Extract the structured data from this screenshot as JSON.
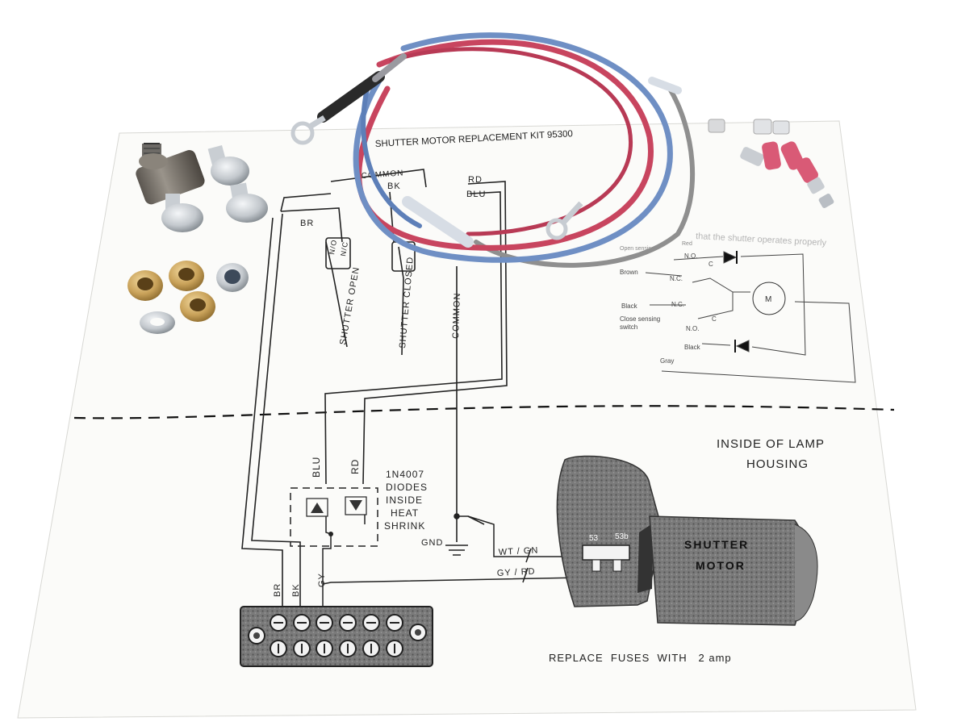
{
  "sheet": {
    "title": "SHUTTER MOTOR REPLACEMENT KIT 95300"
  },
  "top_wiring": {
    "common_top": "COMMON",
    "bk": "BK",
    "rd": "RD",
    "blu": "BLU",
    "br": "BR",
    "no": "N/O",
    "nc": "N/C",
    "shutter_open": "SHUTTER OPEN",
    "shutter_closed": "SHUTTER CLOSED",
    "common_vertical": "COMMON"
  },
  "schematic": {
    "faded_text": "that the shutter operates properly",
    "open_sensing": "Open sensing",
    "red": "Red",
    "brown": "Brown",
    "no1": "N.O.",
    "nc1": "N.C.",
    "c1": "C",
    "motor": "M",
    "black1": "Black",
    "nc2": "N.C.",
    "close_sensing": "Close sensing",
    "switch": "switch",
    "no2": "N.O.",
    "c2": "C",
    "black2": "Black",
    "gray": "Gray"
  },
  "lower": {
    "inside_lamp_line1": "INSIDE OF LAMP",
    "inside_lamp_line2": "HOUSING",
    "blu": "BLU",
    "rd": "RD",
    "diodes": [
      "1N4007",
      "DIODES",
      "INSIDE",
      "HEAT",
      "SHRINK"
    ],
    "gnd": "GND",
    "wt_gn": "WT / GN",
    "gy_rd": "GY / RD",
    "br": "BR",
    "bk": "BK",
    "gy": "GY",
    "shutter_motor_line1": "SHUTTER",
    "shutter_motor_line2": "MOTOR",
    "terminal_53": "53",
    "terminal_53b": "53b",
    "fuses_note": "REPLACE  FUSES  WITH   2 amp"
  },
  "colors": {
    "wire_red": "#c8455f",
    "wire_blue": "#6f8fc4",
    "wire_gray": "#8f8f8f",
    "wire_black": "#2a2a2a",
    "brass": "#c9a25a",
    "steel": "#c8ccd0"
  }
}
